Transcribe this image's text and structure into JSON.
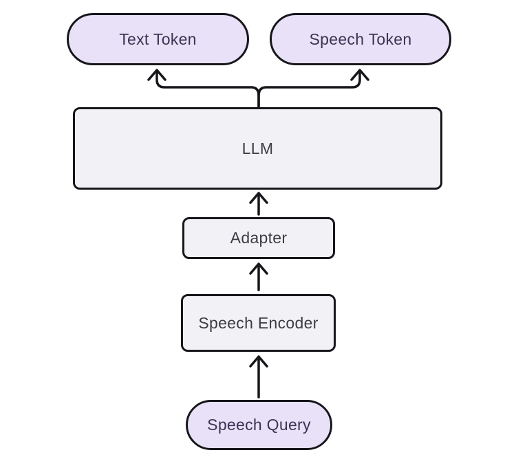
{
  "diagram": {
    "type": "flow-diagram",
    "direction": "bottom-to-top",
    "nodes": [
      {
        "id": "text-token",
        "label": "Text Token",
        "shape": "pill",
        "fill": "#e8e1f7",
        "border": "#17171b"
      },
      {
        "id": "speech-token",
        "label": "Speech Token",
        "shape": "pill",
        "fill": "#e8e1f7",
        "border": "#17171b"
      },
      {
        "id": "llm",
        "label": "LLM",
        "shape": "rounded-rect",
        "fill": "#f2f2f6",
        "border": "#17171b"
      },
      {
        "id": "adapter",
        "label": "Adapter",
        "shape": "rounded-rect",
        "fill": "#f2f2f6",
        "border": "#17171b"
      },
      {
        "id": "speech-encoder",
        "label": "Speech Encoder",
        "shape": "rounded-rect",
        "fill": "#f2f2f6",
        "border": "#17171b"
      },
      {
        "id": "speech-query",
        "label": "Speech Query",
        "shape": "pill",
        "fill": "#e8e1f7",
        "border": "#17171b"
      }
    ],
    "edges": [
      {
        "from": "speech-query",
        "to": "speech-encoder",
        "style": "straight-arrow-up"
      },
      {
        "from": "speech-encoder",
        "to": "adapter",
        "style": "straight-arrow-up"
      },
      {
        "from": "adapter",
        "to": "llm",
        "style": "straight-arrow-up"
      },
      {
        "from": "llm",
        "to": "text-token",
        "style": "branch-arrow-up"
      },
      {
        "from": "llm",
        "to": "speech-token",
        "style": "branch-arrow-up"
      }
    ],
    "colors": {
      "background": "#ffffff",
      "stroke": "#17171b",
      "pill_fill": "#e8e1f7",
      "rect_fill": "#f2f2f6",
      "pill_label": "#3b3452",
      "rect_label": "#3c3c43"
    }
  }
}
